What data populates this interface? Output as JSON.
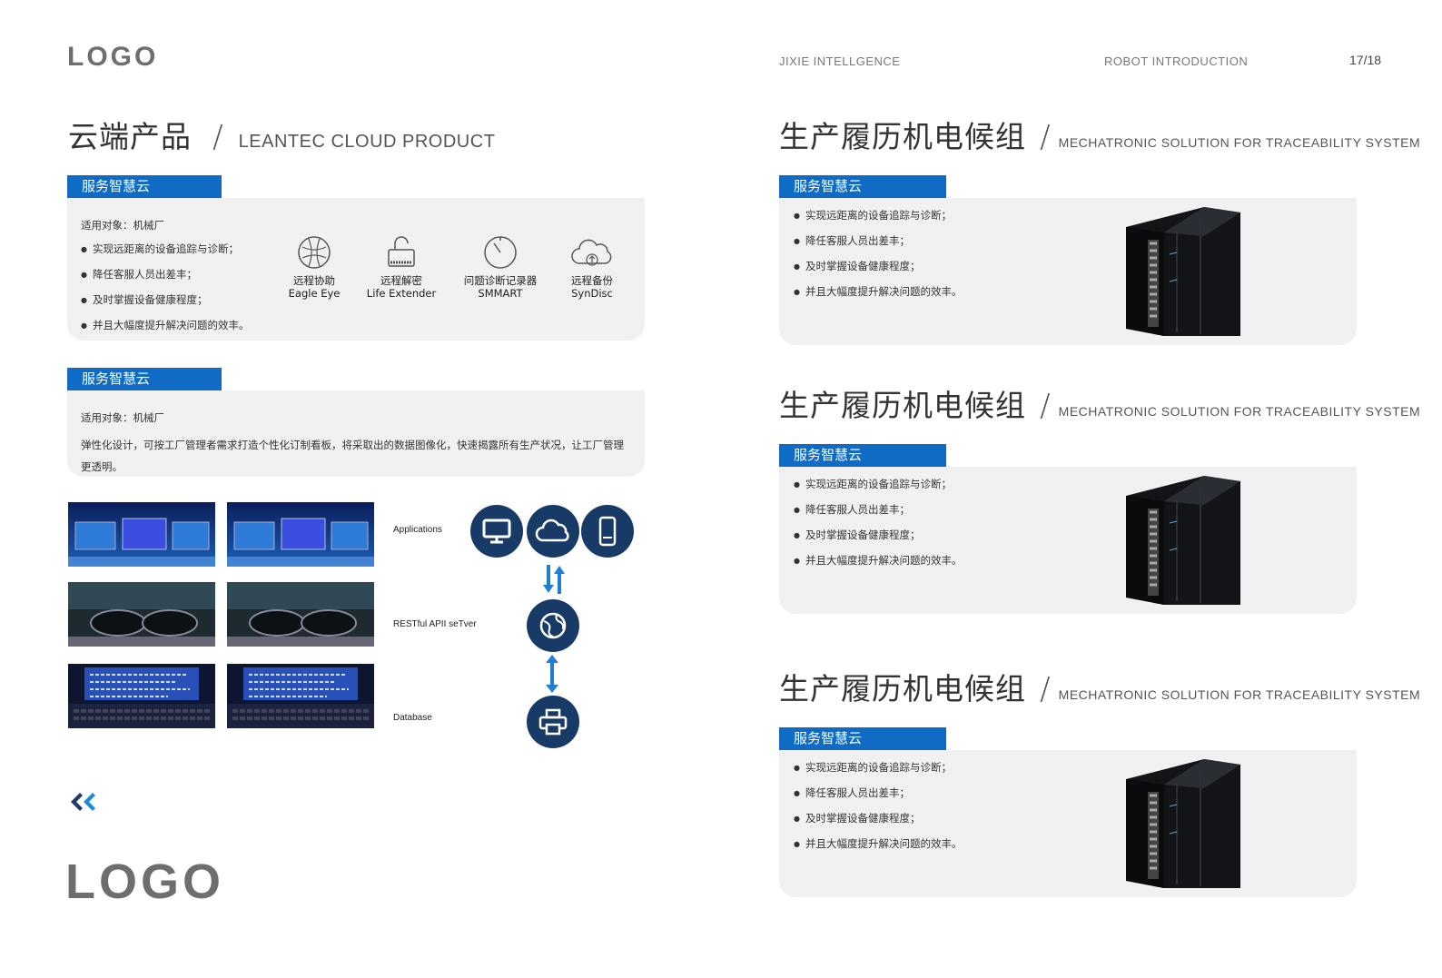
{
  "left": {
    "logo_top": "LOGO",
    "logo_bottom": "LOGO",
    "title_cn": "云端产品",
    "title_en": "LEANTEC  CLOUD  PRODUCT",
    "card1": {
      "tag": "服务智慧云",
      "subject": "适用对象：机械厂",
      "bullets": [
        "实现远距离的设备追踪与诊断；",
        "降任客服人员出差丰；",
        "及时掌握设备健康程度；",
        "并且大幅度提升解决问题的效丰。"
      ],
      "features": [
        {
          "cn": "远程协助",
          "en": "Eagle Eye",
          "icon": "globe-icon"
        },
        {
          "cn": "远程解密",
          "en": "Life Extender",
          "icon": "unlock-icon"
        },
        {
          "cn": "问题诊断记录器",
          "en": "SMMART",
          "icon": "timer-icon"
        },
        {
          "cn": "远程备份",
          "en": "SynDisc",
          "icon": "cloud-upload-icon"
        }
      ]
    },
    "card2": {
      "tag": "服务智慧云",
      "subject": "适用对象：机械厂",
      "desc": "弹性化设计，可按工厂管理者需求打造个性化订制看板，将采取出的数据图像化，快速揭露所有生产状况，让工厂管理更透明。"
    },
    "diagram": {
      "labels": [
        "Applications",
        "RESTful APII seTver",
        "Database"
      ],
      "icons": [
        "monitor-icon",
        "cloud-icon",
        "phone-icon",
        "globe-icon",
        "printer-icon"
      ]
    }
  },
  "right": {
    "header_left": "JIXIE  INTELLGENCE",
    "header_mid": "ROBOT  INTRODUCTION",
    "page": "17/18",
    "sections": [
      {
        "title_cn": "生产履历机电候组",
        "title_en": "MECHATRONIC  SOLUTION  FOR  TRACEABILITY  SYSTEM",
        "tag": "服务智慧云",
        "bullets": [
          "实现远距离的设备追踪与诊断；",
          "降任客服人员出差丰；",
          "及时掌握设备健康程度；",
          "并且大幅度提升解决问题的效丰。"
        ]
      },
      {
        "title_cn": "生产履历机电候组",
        "title_en": "MECHATRONIC  SOLUTION  FOR  TRACEABILITY  SYSTEM",
        "tag": "服务智慧云",
        "bullets": [
          "实现远距离的设备追踪与诊断；",
          "降任客服人员出差丰；",
          "及时掌握设备健康程度；",
          "并且大幅度提升解决问题的效丰。"
        ]
      },
      {
        "title_cn": "生产履历机电候组",
        "title_en": "MECHATRONIC  SOLUTION  FOR  TRACEABILITY  SYSTEM",
        "tag": "服务智慧云",
        "bullets": [
          "实现远距离的设备追踪与诊断；",
          "降任客服人员出差丰；",
          "及时掌握设备健康程度；",
          "并且大幅度提升解决问题的效丰。"
        ]
      }
    ]
  },
  "colors": {
    "accent": "#0f6bc4",
    "navy": "#183a67",
    "panel": "#f1f1f1"
  }
}
